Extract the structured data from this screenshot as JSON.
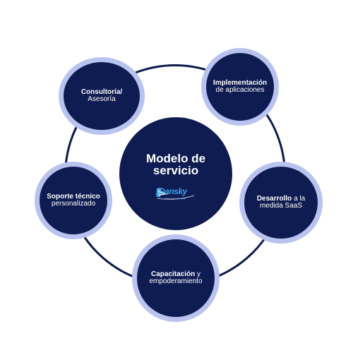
{
  "diagram": {
    "center": {
      "title_line1": "Modelo de",
      "title_line2": "servicio",
      "logo_word": "Dansky",
      "logo_tagline": "Soluciones en la nube"
    },
    "nodes": [
      {
        "id": "consultoria",
        "bold": "Consultoría/",
        "rest": "Asesoría"
      },
      {
        "id": "implementacion",
        "bold": "Implementación",
        "rest": "de aplicaciones"
      },
      {
        "id": "desarrollo",
        "bold": "Desarrollo",
        "rest_line1": "a la",
        "rest_line2": "medida SaaS"
      },
      {
        "id": "capacitacion",
        "bold": "Capacitación",
        "rest_line1": "y",
        "rest_line2": "empoderamiento"
      },
      {
        "id": "soporte",
        "bold": "Soporte técnico",
        "rest": "personalizado"
      }
    ],
    "colors": {
      "node_fill": "#0f1c52",
      "node_border": "#b9c3ef",
      "ring": "#0d1b4d",
      "text": "#ffffff",
      "logo_accent": "#3aa0e6"
    }
  }
}
